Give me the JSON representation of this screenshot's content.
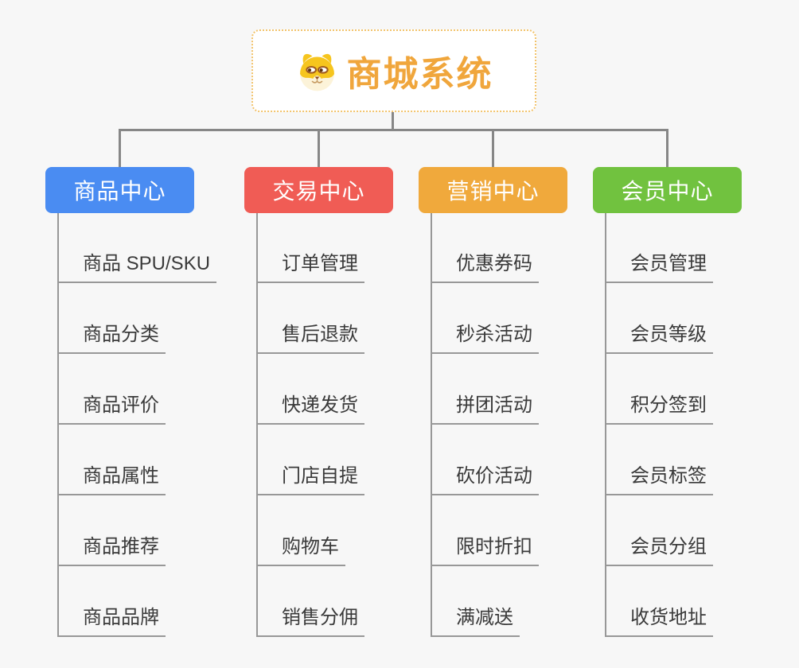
{
  "root": {
    "title": "商城系统",
    "icon": "dog-face-icon"
  },
  "branches": [
    {
      "label": "商品中心",
      "color": "#4a8cf2",
      "children": [
        "商品 SPU/SKU",
        "商品分类",
        "商品评价",
        "商品属性",
        "商品推荐",
        "商品品牌"
      ]
    },
    {
      "label": "交易中心",
      "color": "#f05c55",
      "children": [
        "订单管理",
        "售后退款",
        "快递发货",
        "门店自提",
        "购物车",
        "销售分佣"
      ]
    },
    {
      "label": "营销中心",
      "color": "#f0a93c",
      "children": [
        "优惠券码",
        "秒杀活动",
        "拼团活动",
        "砍价活动",
        "限时折扣",
        "满减送"
      ]
    },
    {
      "label": "会员中心",
      "color": "#71c23f",
      "children": [
        "会员管理",
        "会员等级",
        "积分签到",
        "会员标签",
        "会员分组",
        "收货地址"
      ]
    }
  ],
  "colors": {
    "background": "#f7f7f7",
    "connector_line": "#878787",
    "child_line": "#989898",
    "root_border": "#f2c36b",
    "root_text": "#f0a63c",
    "child_text": "#3a3a3a"
  }
}
